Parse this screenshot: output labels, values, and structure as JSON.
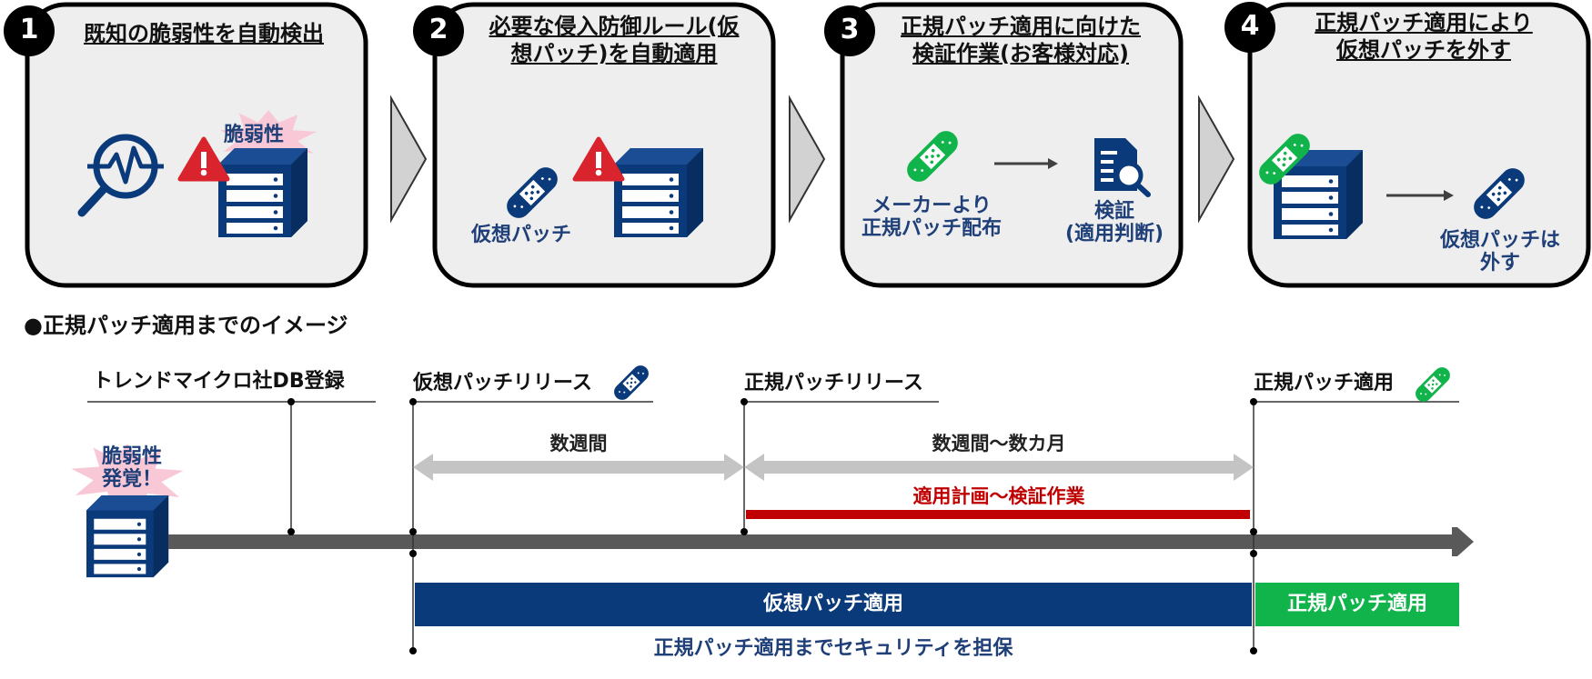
{
  "colors": {
    "navy": "#0b3a7a",
    "text_blue": "#1f3f78",
    "green": "#10b44a",
    "red": "#c00000",
    "warn_red": "#d9232d",
    "burst_pink": "#f8c8d6",
    "card_bg": "#eeeeee",
    "axis_gray": "#595959",
    "span_gray": "#c4c4c4"
  },
  "steps": [
    {
      "number": "1",
      "title": "既知の脆弱性を自動検出",
      "badge": "脆弱性"
    },
    {
      "number": "2",
      "title": "必要な侵入防御ルール(仮\n想パッチ)を自動適用",
      "caption": "仮想パッチ"
    },
    {
      "number": "3",
      "title": "正規パッチ適用に向けた\n検証作業(お客様対応)",
      "left_caption": "メーカーより\n正規パッチ配布",
      "right_caption": "検証\n(適用判断)"
    },
    {
      "number": "4",
      "title": "正規パッチ適用により\n仮想パッチを外す",
      "caption": "仮想パッチは\n外す"
    }
  ],
  "timeline": {
    "heading": "●正規パッチ適用までのイメージ",
    "discovered": "脆弱性\n発覚！",
    "milestones": {
      "db_registration": "トレンドマイクロ社DB登録",
      "virtual_release": "仮想パッチリリース",
      "official_release": "正規パッチリリース",
      "official_apply": "正規パッチ適用"
    },
    "span_weeks": "数週間",
    "span_weeks_months": "数週間～数カ月",
    "plan_verify": "適用計画～検証作業",
    "bar_virtual": "仮想パッチ適用",
    "bar_official": "正規パッチ適用",
    "security_note": "正規パッチ適用までセキュリティを担保"
  }
}
